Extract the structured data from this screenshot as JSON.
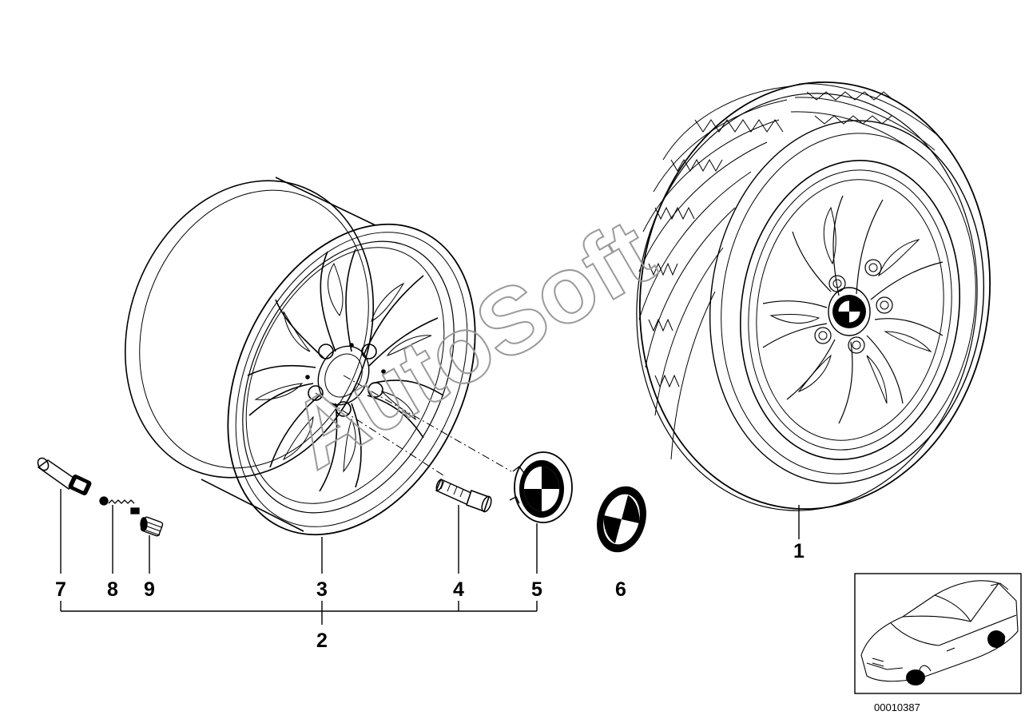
{
  "diagram": {
    "callouts": [
      {
        "id": "1",
        "label": "1"
      },
      {
        "id": "2",
        "label": "2"
      },
      {
        "id": "3",
        "label": "3"
      },
      {
        "id": "4",
        "label": "4"
      },
      {
        "id": "5",
        "label": "5"
      },
      {
        "id": "6",
        "label": "6"
      },
      {
        "id": "7",
        "label": "7"
      },
      {
        "id": "8",
        "label": "8"
      },
      {
        "id": "9",
        "label": "9"
      }
    ],
    "reference_code": "00010387",
    "watermark": "AutoSoft",
    "colors": {
      "line": "#000000",
      "background": "#ffffff",
      "watermark": "#9a9a9a"
    }
  }
}
